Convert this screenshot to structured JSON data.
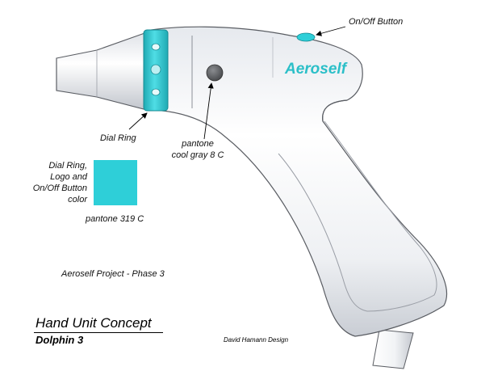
{
  "colors": {
    "accent": "#2ecfd8",
    "accent_dark": "#1faab3",
    "body_light": "#f7f8fa",
    "body_shade": "#c9cdd4",
    "outline": "#5a5d63",
    "button_gray": "#616366"
  },
  "product_logo": "Aeroself",
  "callouts": {
    "on_off_button": "On/Off Button",
    "dial_ring": "Dial Ring",
    "pantone_gray_line1": "pantone",
    "pantone_gray_line2": "cool gray 8 C"
  },
  "swatch": {
    "label_lines": [
      "Dial Ring,",
      "Logo and",
      "On/Off Button",
      "color"
    ],
    "pantone": "pantone 319 C"
  },
  "project_label": "Aeroself Project - Phase 3",
  "title": "Hand Unit Concept",
  "subtitle": "Dolphin 3",
  "credit": "David Hamann Design"
}
